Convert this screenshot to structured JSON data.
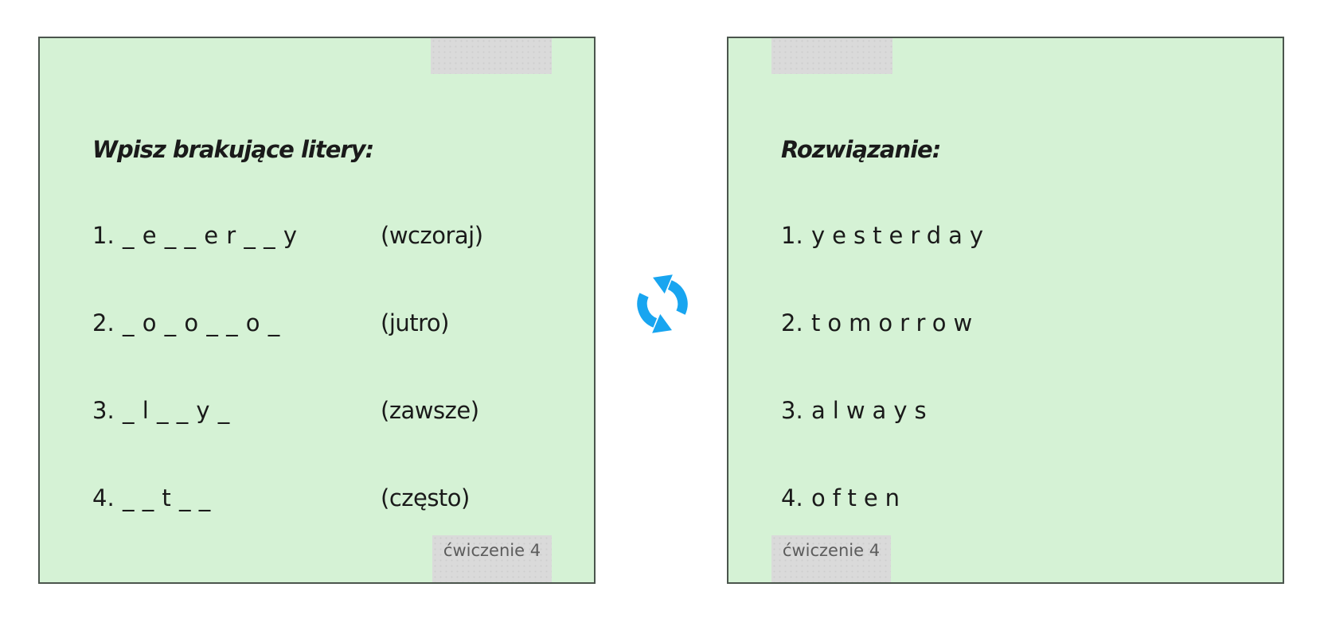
{
  "left_card": {
    "title": "Wpisz brakujące litery:",
    "items": [
      {
        "number": "1.",
        "pattern": "_ e _ _ e r _ _ y",
        "hint": "(wczoraj)"
      },
      {
        "number": "2.",
        "pattern": "_ o _ o _ _ o _",
        "hint": "(jutro)"
      },
      {
        "number": "3.",
        "pattern": "_ l _ _ y _",
        "hint": "(zawsze)"
      },
      {
        "number": "4.",
        "pattern": "_ _ t _ _",
        "hint": "(często)"
      }
    ],
    "footer_label": "ćwiczenie 4"
  },
  "right_card": {
    "title": "Rozwiązanie:",
    "items": [
      {
        "number": "1.",
        "word": "yesterday"
      },
      {
        "number": "2.",
        "word": "tomorrow"
      },
      {
        "number": "3.",
        "word": "always"
      },
      {
        "number": "4.",
        "word": "often"
      }
    ],
    "footer_label": "ćwiczenie 4"
  },
  "flip_button": {
    "icon": "refresh-icon"
  },
  "colors": {
    "card_background": "#d5f2d5",
    "card_border": "#4b554d",
    "tab_gray": "#dadada",
    "footer_text": "#5c5c5c",
    "refresh_blue": "#18a5f0",
    "text": "#1a1a1a"
  }
}
